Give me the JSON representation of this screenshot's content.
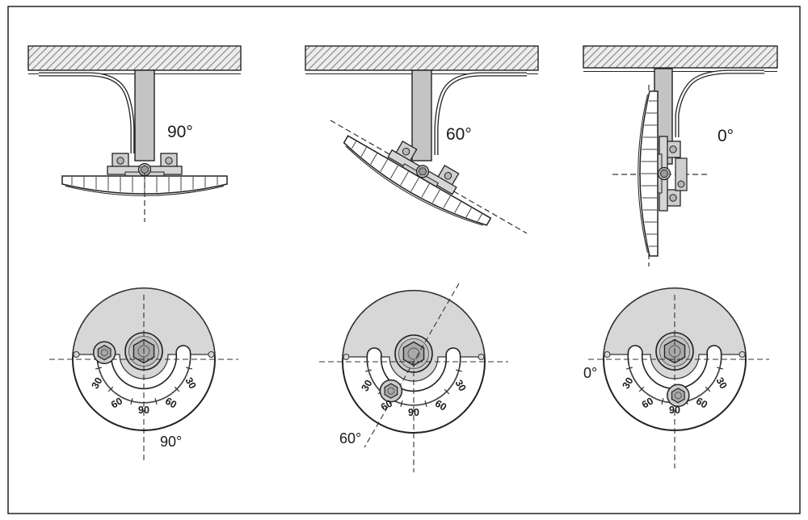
{
  "views": [
    {
      "side_label": "90°",
      "dial_label": "90°",
      "scale": [
        "30",
        "60",
        "90",
        "60",
        "30"
      ]
    },
    {
      "side_label": "60°",
      "dial_label": "60°",
      "scale": [
        "30",
        "60",
        "90",
        "60",
        "30"
      ]
    },
    {
      "side_label": "0°",
      "dial_label": "0°",
      "scale": [
        "30",
        "60",
        "90",
        "60",
        "30"
      ]
    }
  ],
  "colors": {
    "line": "#1c1c1c",
    "gray_fill": "#d7d7d7",
    "metal": "#c9c9c9",
    "hex_head": "#a9a9a9",
    "hatch_bg": "#ededed"
  }
}
